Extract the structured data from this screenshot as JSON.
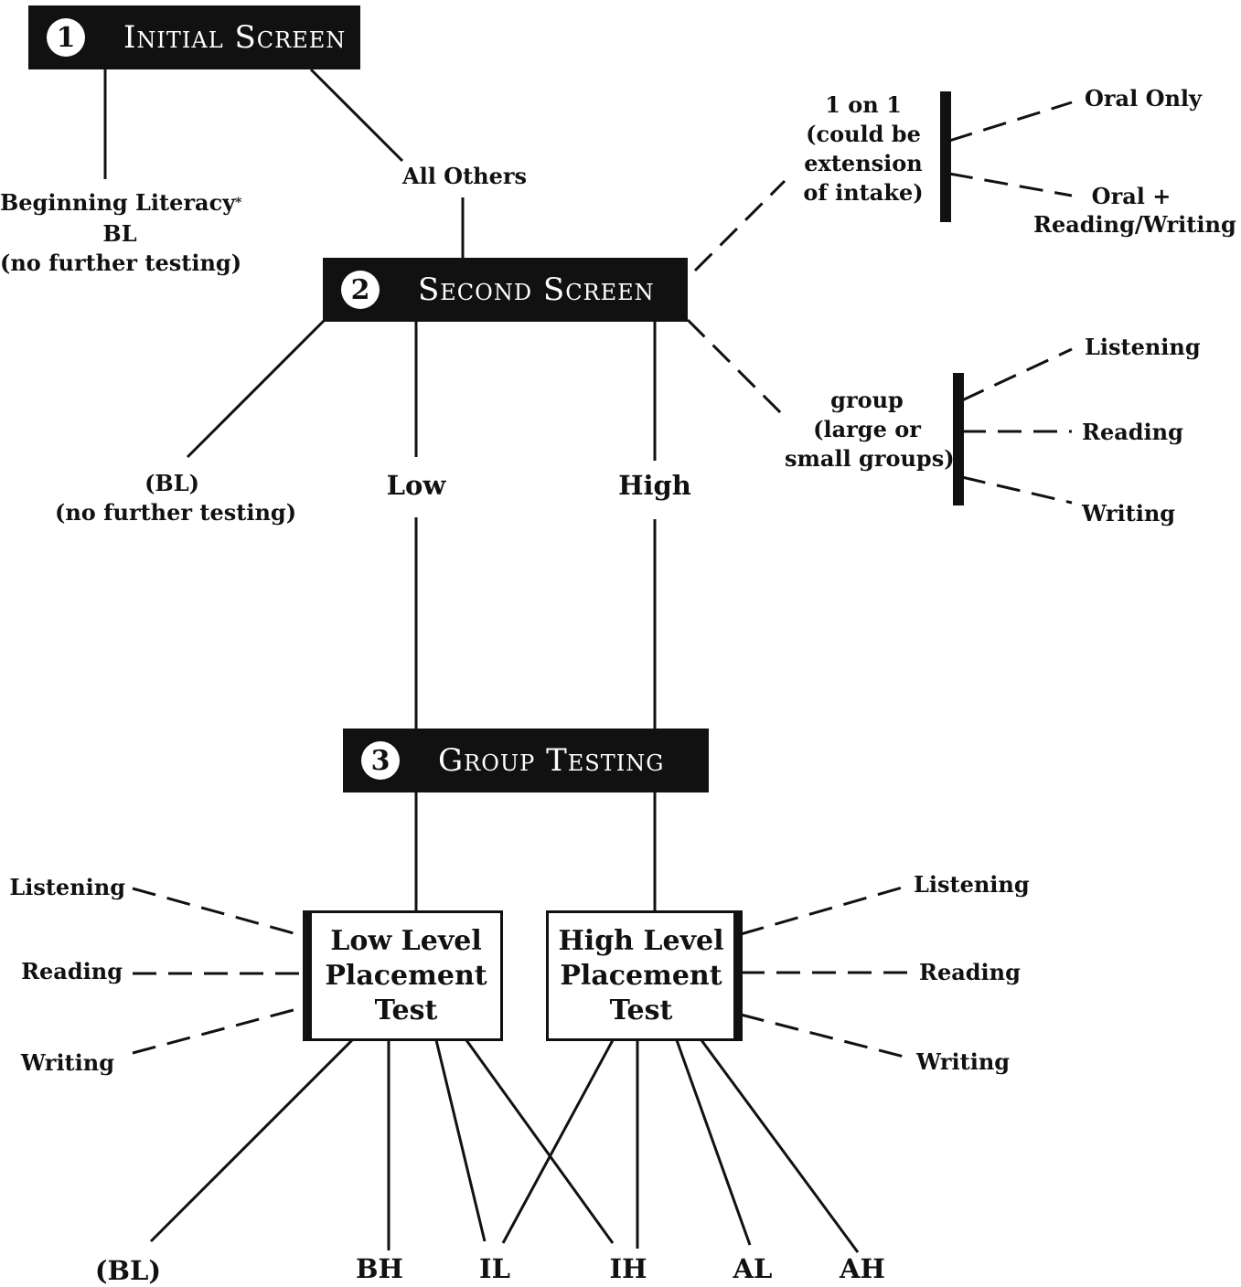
{
  "steps": [
    {
      "number": "1",
      "title": "Initial Screen"
    },
    {
      "number": "2",
      "title": "Second Screen"
    },
    {
      "number": "3",
      "title": "Group Testing"
    }
  ],
  "initial": {
    "beginning_literacy": "Beginning Literacy",
    "asterisk": "*",
    "bl": "BL",
    "no_further": "(no further testing)",
    "all_others": "All Others"
  },
  "second": {
    "bl": "(BL)",
    "no_further": "(no further testing)",
    "low": "Low",
    "high": "High",
    "one_on_one": [
      "1 on 1",
      "(could be",
      "extension",
      "of intake)"
    ],
    "one_on_one_options": [
      "Oral Only",
      "Oral +",
      "Reading/Writing"
    ],
    "group": [
      "group",
      "(large or",
      "small groups)"
    ],
    "group_options": [
      "Listening",
      "Reading",
      "Writing"
    ]
  },
  "group_testing": {
    "low_test": "Low Level\nPlacement\nTest",
    "high_test": "High Level\nPlacement\nTest",
    "skills_left": [
      "Listening",
      "Reading",
      "Writing"
    ],
    "skills_right": [
      "Listening",
      "Reading",
      "Writing"
    ],
    "outcomes": [
      "(BL)",
      "BH",
      "IL",
      "IH",
      "AL",
      "AH"
    ]
  }
}
